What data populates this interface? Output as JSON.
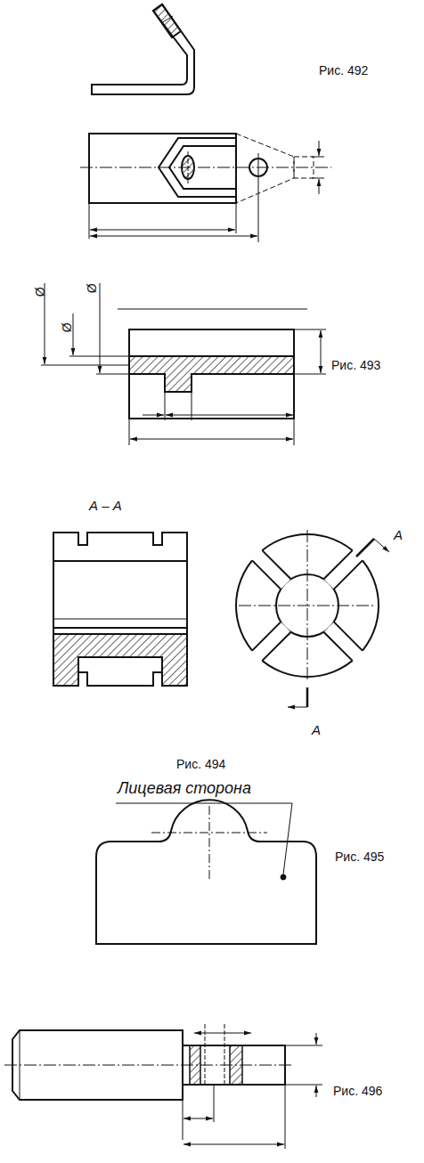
{
  "diagram": {
    "labels": [
      "Рис. 492",
      "Ø",
      "Ø",
      "Ø",
      "Рис. 493",
      "А – А",
      "А",
      "А",
      "Рис. 494",
      "Лицевая сторона",
      "Рис. 495",
      "Рис. 496"
    ]
  }
}
